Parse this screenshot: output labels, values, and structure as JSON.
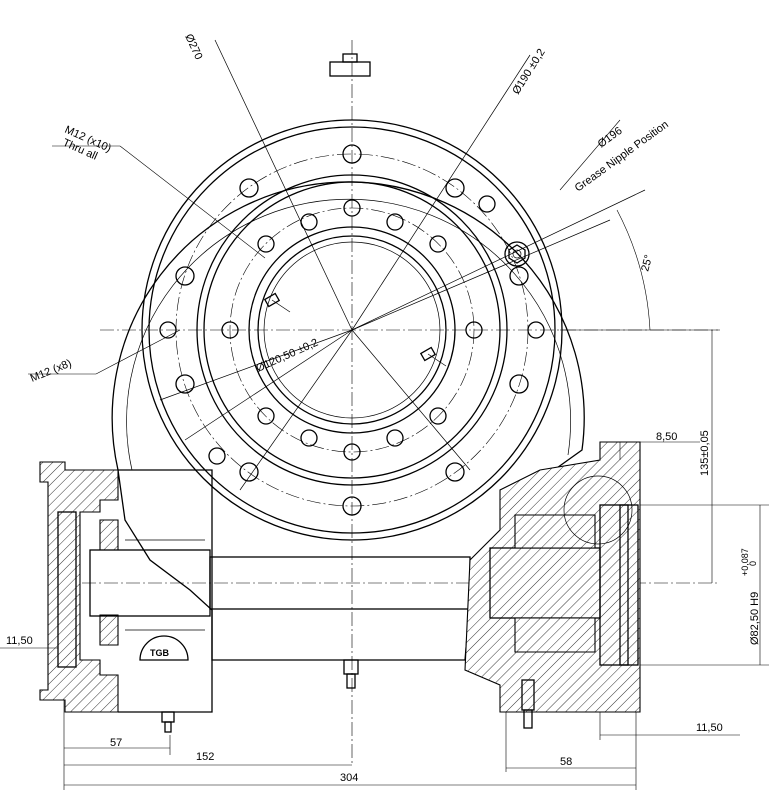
{
  "dimensions": {
    "dia_270": "Ø270",
    "dia_190": "Ø190 ±0,2",
    "dia_196": "Ø196",
    "grease_nipple": "Grease Nipple Position",
    "angle_25": "25°",
    "m12_x10": "M12 (x10)",
    "thru_all": "Thru all",
    "m12_x8": "M12 (x8)",
    "dia_120": "Ø120,50 ±0,2",
    "d_8_50": "8,50",
    "d_135": "135±0,05",
    "dia_82": "Ø82,50 H9",
    "tol_upper": "+0,087",
    "tol_lower": "0",
    "d_11_50_left": "11,50",
    "d_11_50_right": "11,50",
    "d_57": "57",
    "d_152": "152",
    "d_58": "58",
    "d_304": "304"
  },
  "logo_text": "TGB"
}
